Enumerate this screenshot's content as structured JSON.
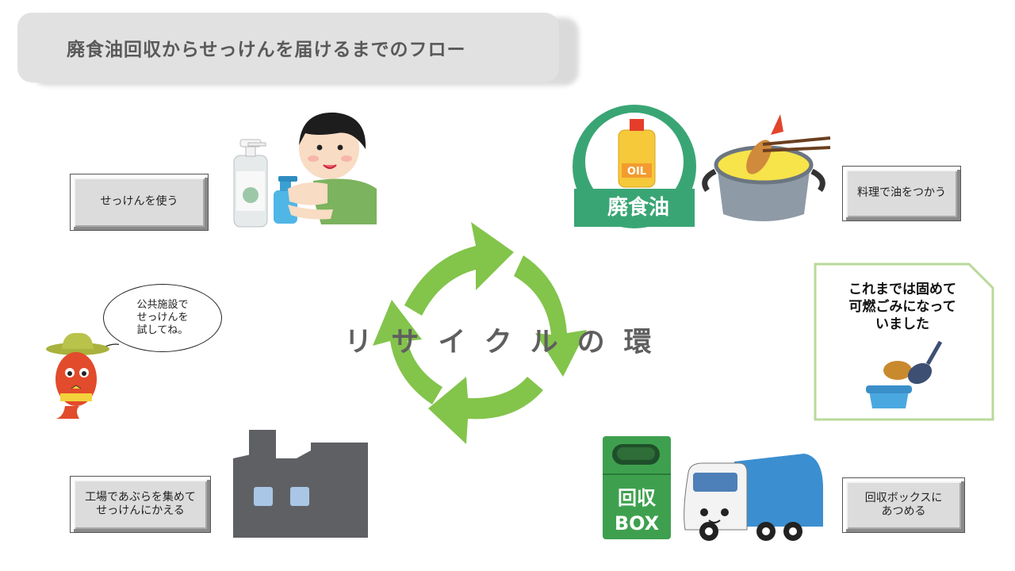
{
  "title": "廃食油回収からせっけんを届けるまでのフロー",
  "cycle_label": "リサイクルの環",
  "steps": {
    "use_soap": "せっけんを使う",
    "cook_oil": "料理で油をつかう",
    "collect_box": "回収ボックスに\nあつめる",
    "factory": "工場であぶらを集めて\nせっけんにかえる"
  },
  "speech_bubble": "公共施設で\nせっけんを\n試してね。",
  "callout": "これまでは固めて\n可燃ごみになって\nいました",
  "waste_oil_label": "廃食油",
  "oil_bottle_label": "OIL",
  "box_label_1": "回収",
  "box_label_2": "BOX",
  "colors": {
    "accent_green": "#7dc142",
    "badge_green": "#3aa574",
    "box_green": "#3ea04e",
    "callout_border": "#b9d99a"
  }
}
